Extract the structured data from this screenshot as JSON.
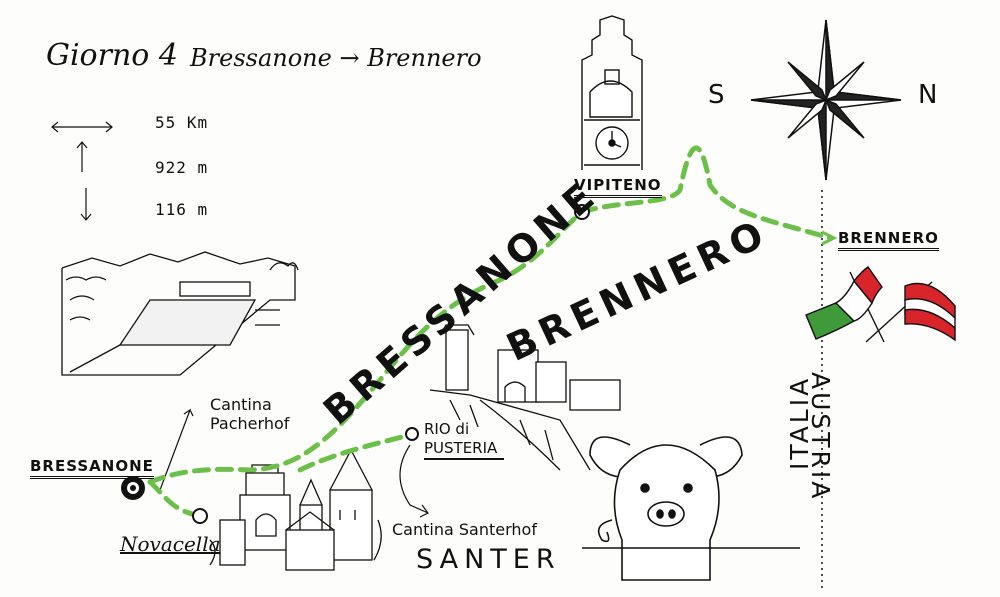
{
  "title": {
    "day": "Giorno 4",
    "route": "Bressanone → Brennero"
  },
  "stats": {
    "distance": "55 Km",
    "ascent": "922 m",
    "descent": "116 m"
  },
  "compass": {
    "left": "S",
    "right": "N"
  },
  "places": {
    "bressanone": "BRESSANONE",
    "novacella": "Novacella",
    "vipiteno": "VIPITENO",
    "brennero": "BRENNERO",
    "rio_di_pusteria": "RIO di PUSTERIA"
  },
  "wineries": {
    "pacherhof": "Cantina Pacherhof",
    "santerhof": "Cantina Santerhof",
    "santer": "SANTER"
  },
  "route_labels": {
    "start": "BRESSANONE",
    "end": "BRENNERO"
  },
  "border": {
    "austria": "AUSTRIA",
    "italia": "ITALIA"
  },
  "colors": {
    "route": "#6cc04a",
    "ink": "#111111",
    "italy_green": "#3f9a3a",
    "italy_red": "#d8242b",
    "austria_red": "#d8242b"
  },
  "illustrations": [
    "pool-villa-sketch",
    "castle-sketch",
    "fortress-sketch",
    "clock-tower-sketch",
    "pig-sketch"
  ]
}
